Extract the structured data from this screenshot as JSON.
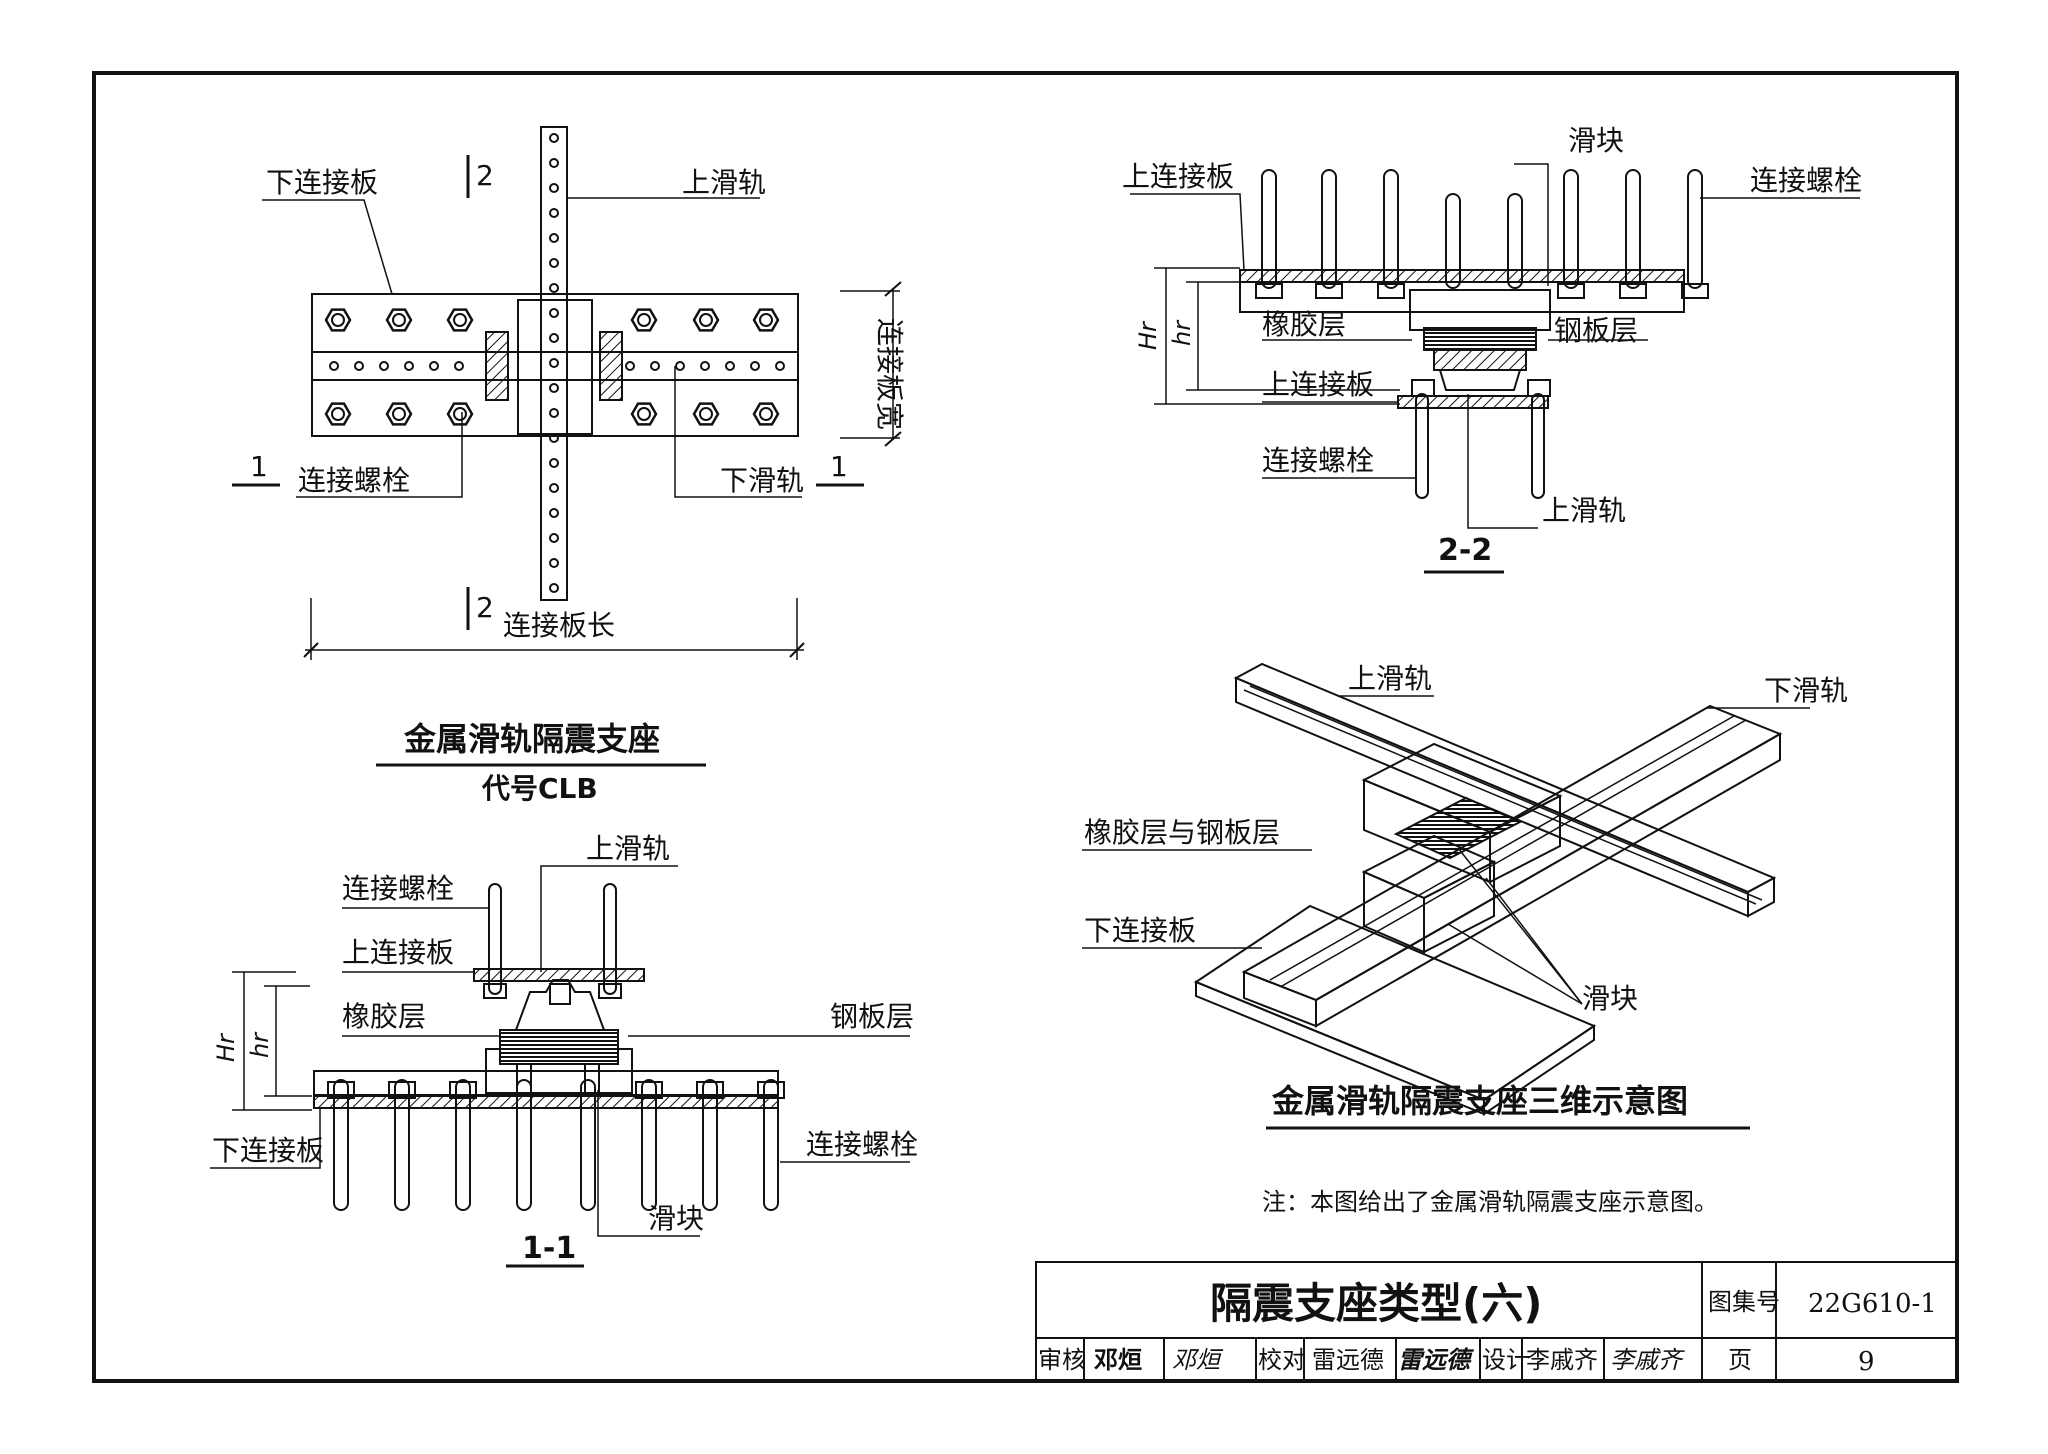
{
  "plan_view": {
    "title": "金属滑轨隔震支座",
    "code": "代号CLB",
    "labels": {
      "lower_plate": "下连接板",
      "upper_rail": "上滑轨",
      "plate_width": "连接板宽",
      "bolt": "连接螺栓",
      "lower_rail": "下滑轨",
      "plate_length": "连接板长",
      "cut1_left": "1",
      "cut1_right": "1",
      "cut2_top": "2",
      "cut2_bottom": "2"
    }
  },
  "section_1_1": {
    "title": "1-1",
    "labels": {
      "bolt_top": "连接螺栓",
      "upper_rail": "上滑轨",
      "upper_plate": "上连接板",
      "rubber": "橡胶层",
      "steel": "钢板层",
      "lower_plate": "下连接板",
      "bolt_bottom": "连接螺栓",
      "slider": "滑块",
      "Hr": "Hr",
      "hr": "hr"
    }
  },
  "section_2_2": {
    "title": "2-2",
    "labels": {
      "slider": "滑块",
      "lower_plate_top": "上连接板",
      "bolt_top": "连接螺栓",
      "rubber": "橡胶层",
      "steel": "钢板层",
      "upper_plate": "上连接板",
      "bolt_bottom": "连接螺栓",
      "upper_rail": "上滑轨",
      "Hr": "Hr",
      "hr": "hr"
    }
  },
  "iso_view": {
    "title": "金属滑轨隔震支座三维示意图",
    "labels": {
      "upper_rail": "上滑轨",
      "lower_rail": "下滑轨",
      "rubber_steel": "橡胶层与钢板层",
      "lower_plate": "下连接板",
      "slider": "滑块"
    }
  },
  "note": "注：本图给出了金属滑轨隔震支座示意图。",
  "title_block": {
    "drawing_title": "隔震支座类型(六)",
    "atlas_label": "图集号",
    "atlas_no": "22G610-1",
    "review_label": "审核",
    "review_name": "邓烜",
    "review_sign": "邓烜",
    "check_label": "校对",
    "check_name": "雷远德",
    "check_sign": "雷远德",
    "design_label": "设计",
    "design_name": "李戚齐",
    "design_sign": "李戚齐",
    "page_label": "页",
    "page_no": "9"
  }
}
